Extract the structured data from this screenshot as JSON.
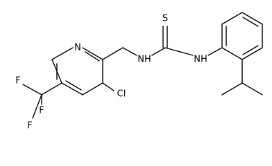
{
  "molecule": {
    "atoms": [
      {
        "id": "N_pyridine",
        "text": "N"
      },
      {
        "id": "N_amide_1",
        "text": "NH"
      },
      {
        "id": "N_amide_2",
        "text": "NH"
      },
      {
        "id": "S_thio",
        "text": "S"
      },
      {
        "id": "Cl",
        "text": "Cl"
      },
      {
        "id": "F1",
        "text": "F"
      },
      {
        "id": "F2",
        "text": "F"
      },
      {
        "id": "F3",
        "text": "F"
      }
    ]
  },
  "colors": {
    "bond": "#000000",
    "text": "#000000",
    "background": "#ffffff"
  }
}
